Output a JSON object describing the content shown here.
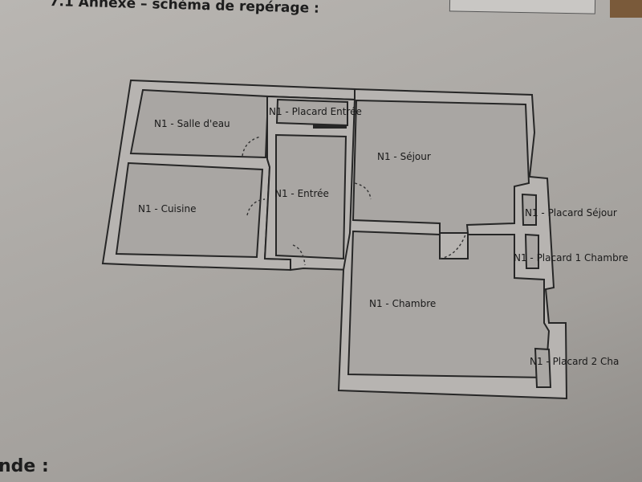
{
  "document": {
    "section_title": "7.1 Annexe – schéma de repérage :",
    "footer_title": "nde :"
  },
  "floorplan": {
    "rooms": [
      {
        "id": "salle-d-eau",
        "label": "N1 - Salle d'eau"
      },
      {
        "id": "placard-entree",
        "label": "N1 - Placard Entrée"
      },
      {
        "id": "sejour",
        "label": "N1 - Séjour"
      },
      {
        "id": "entree",
        "label": "N1 - Entrée"
      },
      {
        "id": "cuisine",
        "label": "N1 - Cuisine"
      },
      {
        "id": "placard-sejour",
        "label": "N1 - Placard Séjour"
      },
      {
        "id": "placard-1-chambre",
        "label": "N1 - Placard 1 Chambre"
      },
      {
        "id": "chambre",
        "label": "N1 - Chambre"
      },
      {
        "id": "placard-2-chambre",
        "label": "N1 - Placard 2 Cha"
      }
    ]
  }
}
